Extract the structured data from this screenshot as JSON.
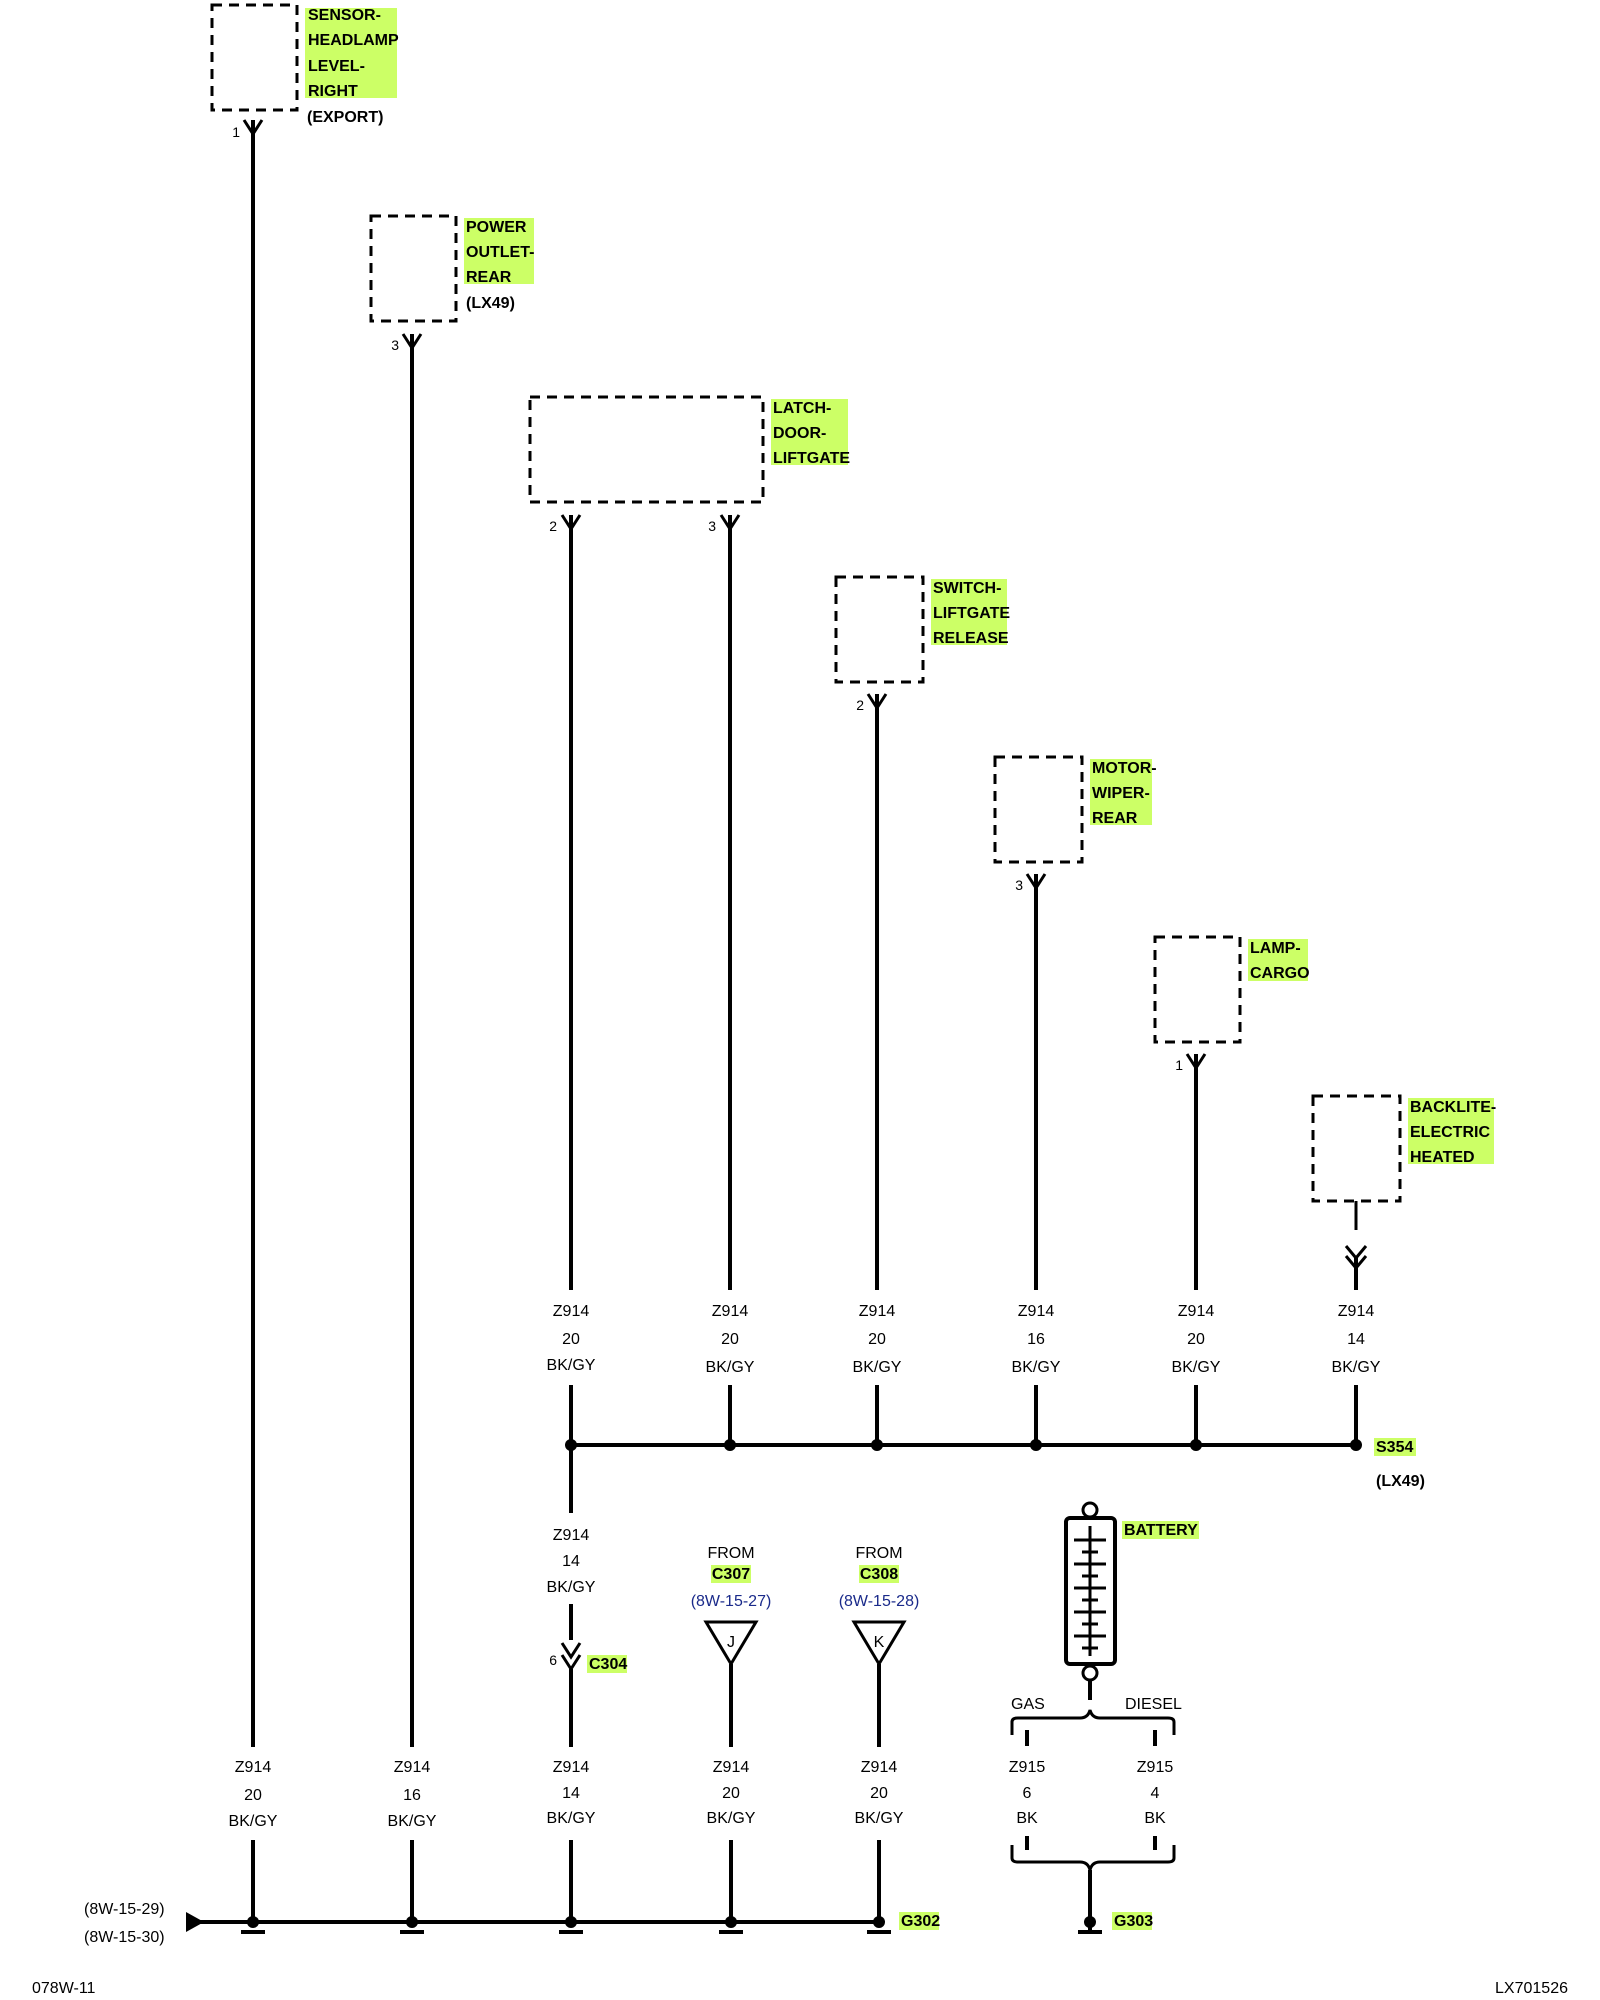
{
  "highlight_color": "#ccff66",
  "components": {
    "sensor_headlamp": {
      "lines": [
        "SENSOR-",
        "HEADLAMP",
        "LEVEL-",
        "RIGHT"
      ],
      "note": "(EXPORT)",
      "pin": "1"
    },
    "power_outlet": {
      "lines": [
        "POWER",
        "OUTLET-",
        "REAR"
      ],
      "note": "(LX49)",
      "pin": "3"
    },
    "latch_door": {
      "lines": [
        "LATCH-",
        "DOOR-",
        "LIFTGATE"
      ],
      "pins": [
        "2",
        "3"
      ]
    },
    "switch_liftgate": {
      "lines": [
        "SWITCH-",
        "LIFTGATE",
        "RELEASE"
      ],
      "pin": "2"
    },
    "motor_wiper": {
      "lines": [
        "MOTOR-",
        "WIPER-",
        "REAR"
      ],
      "pin": "3"
    },
    "lamp_cargo": {
      "lines": [
        "LAMP-",
        "CARGO"
      ],
      "pin": "1"
    },
    "backlite": {
      "lines": [
        "BACKLITE-",
        "ELECTRIC",
        "HEATED"
      ]
    }
  },
  "upper_wires": [
    {
      "circuit": "Z914",
      "gauge": "20",
      "color": "BK/GY"
    },
    {
      "circuit": "Z914",
      "gauge": "20",
      "color": "BK/GY"
    },
    {
      "circuit": "Z914",
      "gauge": "20",
      "color": "BK/GY"
    },
    {
      "circuit": "Z914",
      "gauge": "16",
      "color": "BK/GY"
    },
    {
      "circuit": "Z914",
      "gauge": "20",
      "color": "BK/GY"
    },
    {
      "circuit": "Z914",
      "gauge": "14",
      "color": "BK/GY"
    }
  ],
  "splice": {
    "name": "S354",
    "note": "(LX49)"
  },
  "mid_wire": {
    "circuit": "Z914",
    "gauge": "14",
    "color": "BK/GY"
  },
  "c304": {
    "pin": "6",
    "name": "C304"
  },
  "from_c307": {
    "from": "FROM",
    "connector": "C307",
    "ref": "(8W-15-27)",
    "letter": "J"
  },
  "from_c308": {
    "from": "FROM",
    "connector": "C308",
    "ref": "(8W-15-28)",
    "letter": "K"
  },
  "battery": {
    "label": "BATTERY",
    "gas": "GAS",
    "diesel": "DIESEL"
  },
  "battery_wires": [
    {
      "circuit": "Z915",
      "gauge": "6",
      "color": "BK"
    },
    {
      "circuit": "Z915",
      "gauge": "4",
      "color": "BK"
    }
  ],
  "lower_wires": [
    {
      "circuit": "Z914",
      "gauge": "20",
      "color": "BK/GY"
    },
    {
      "circuit": "Z914",
      "gauge": "16",
      "color": "BK/GY"
    },
    {
      "circuit": "Z914",
      "gauge": "14",
      "color": "BK/GY"
    },
    {
      "circuit": "Z914",
      "gauge": "20",
      "color": "BK/GY"
    },
    {
      "circuit": "Z914",
      "gauge": "20",
      "color": "BK/GY"
    }
  ],
  "grounds": {
    "g302": "G302",
    "g303": "G303"
  },
  "bus_refs": [
    "(8W-15-29)",
    "(8W-15-30)"
  ],
  "footer": {
    "left": "078W-11",
    "right": "LX701526"
  }
}
